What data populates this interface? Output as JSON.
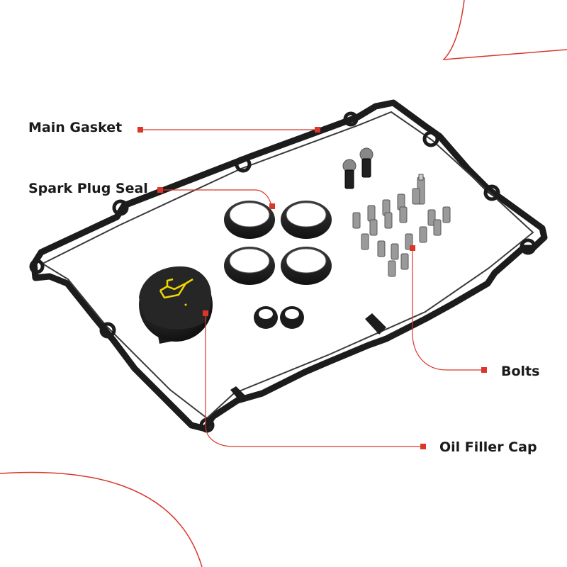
{
  "callouts": {
    "main_gasket": "Main Gasket",
    "spark_plug_seal": "Spark Plug Seal",
    "bolts": "Bolts",
    "oil_filler_cap": "Oil Filler Cap"
  },
  "colors": {
    "accent": "#d9372a",
    "part": "#1c1c1c",
    "cap_symbol": "#f2d600",
    "background": "#ffffff"
  }
}
